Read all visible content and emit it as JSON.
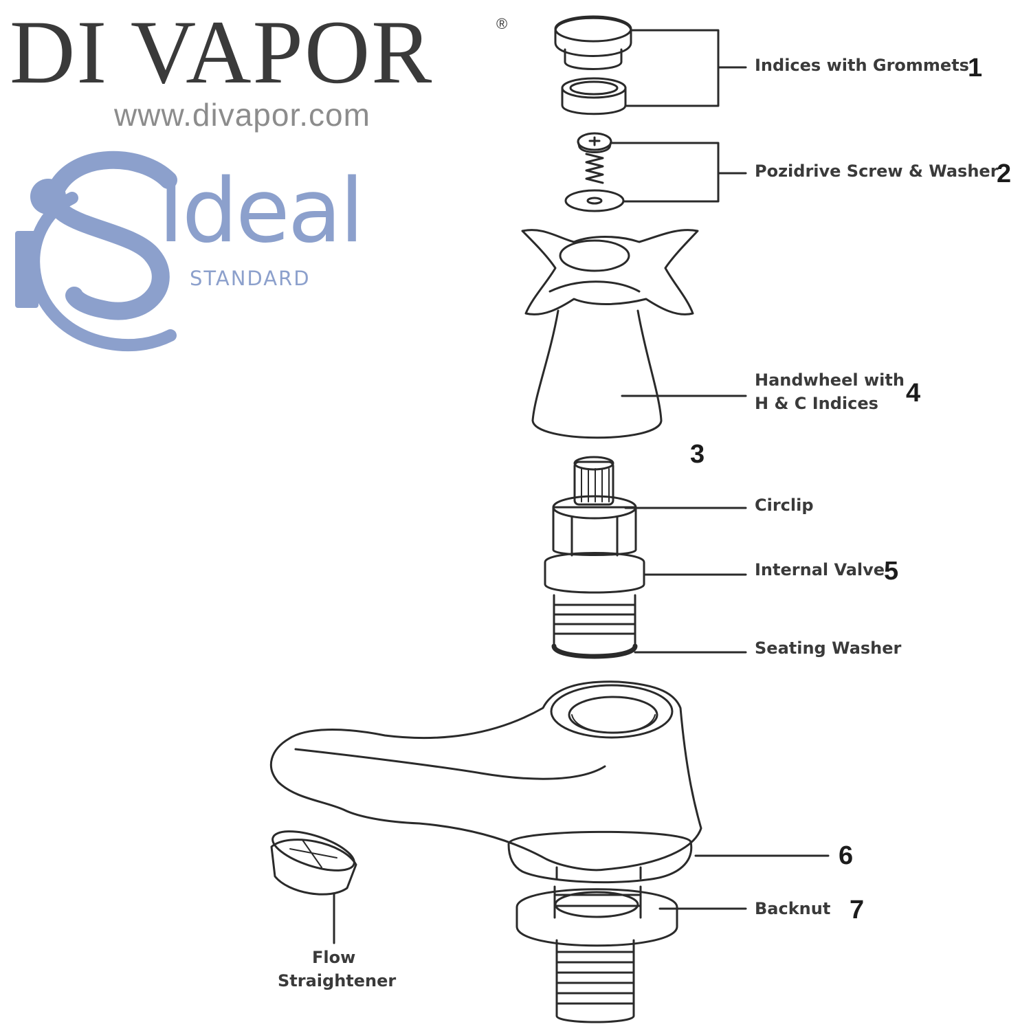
{
  "brand": {
    "name": "DI VAPOR",
    "registered": "®",
    "url": "www.divapor.com"
  },
  "logo": {
    "word": "Ideal",
    "sub": "STANDARD",
    "color": "#8ca0cc"
  },
  "parts": {
    "p1": {
      "label": "Indices with Grommets",
      "number": "1"
    },
    "p2": {
      "label": "Pozidrive Screw & Washer",
      "number": "2"
    },
    "p3": {
      "number": "3"
    },
    "p4": {
      "label_line1": "Handwheel with",
      "label_line2": "H & C Indices",
      "number": "4"
    },
    "circlip": {
      "label": "Circlip"
    },
    "p5": {
      "label": "Internal Valve",
      "number": "5"
    },
    "seating": {
      "label": "Seating Washer"
    },
    "p6": {
      "number": "6"
    },
    "p7": {
      "label": "Backnut",
      "number": "7"
    },
    "flow": {
      "label_line1": "Flow",
      "label_line2": "Straightener"
    }
  },
  "colors": {
    "ink": "#2a2a2a",
    "brand_text": "#3a3a3a",
    "url_text": "#8c8c8c"
  }
}
